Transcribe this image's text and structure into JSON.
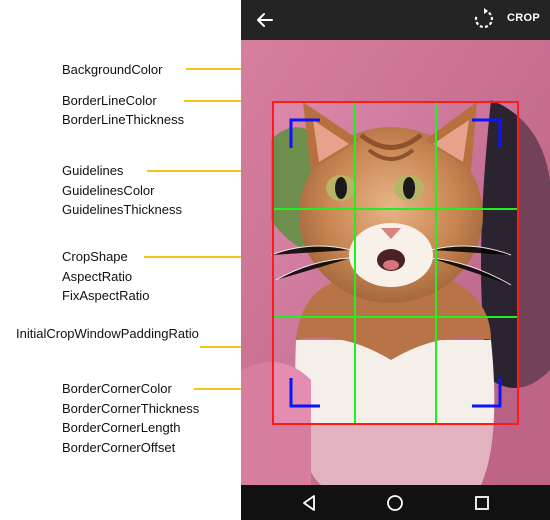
{
  "labels": {
    "background_color": "BackgroundColor",
    "border_line_color": "BorderLineColor",
    "border_line_thickness": "BorderLineThickness",
    "guidelines": "Guidelines",
    "guidelines_color": "GuidelinesColor",
    "guidelines_thickness": "GuidelinesThickness",
    "crop_shape": "CropShape",
    "aspect_ratio": "AspectRatio",
    "fix_aspect_ratio": "FixAspectRatio",
    "initial_padding_ratio": "InitialCropWindowPaddingRatio",
    "border_corner_color": "BorderCornerColor",
    "border_corner_thickness": "BorderCornerThickness",
    "border_corner_length": "BorderCornerLength",
    "border_corner_offset": "BorderCornerOffset"
  },
  "toolbar": {
    "back_icon": "arrow-left-icon",
    "rotate_icon": "rotate-icon",
    "crop_label": "CROP"
  },
  "navbar": {
    "back_icon": "triangle-back-icon",
    "home_icon": "circle-home-icon",
    "recent_icon": "square-recent-icon"
  },
  "colors": {
    "arrow": "#f5c518",
    "border_line": "#ff1a1a",
    "guidelines": "#22ee22",
    "corners": "#0a14ff",
    "background_overlay": "#c76a8a"
  }
}
